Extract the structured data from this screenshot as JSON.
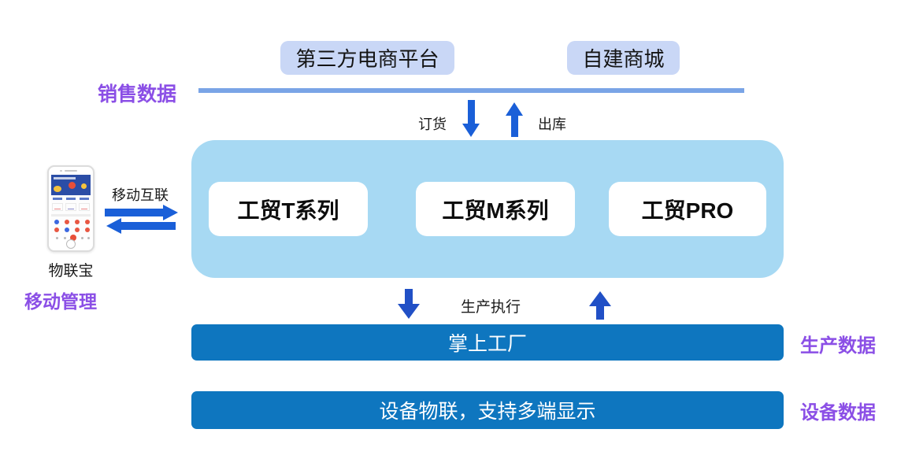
{
  "top": {
    "third_party": "第三方电商平台",
    "self_mall": "自建商城"
  },
  "side_labels": {
    "sales": "销售数据",
    "production": "生产数据",
    "device": "设备数据",
    "mobile_mgmt": "移动管理"
  },
  "flows": {
    "order": "订货",
    "outbound": "出库",
    "mobile_link": "移动互联",
    "production_exec": "生产执行"
  },
  "products": [
    "工贸T系列",
    "工贸M系列",
    "工贸PRO"
  ],
  "bars": {
    "factory": "掌上工厂",
    "device_iot": "设备物联，支持多端显示"
  },
  "phone": {
    "app_name": "物联宝"
  },
  "colors": {
    "accent_purple": "#8b4fe6",
    "arrow_blue_top": "#1a5fd8",
    "arrow_blue_bottom": "#2150c6",
    "bar_blue": "#0e76bf",
    "container_light_blue": "#a7d9f3",
    "pill_lavender": "#c9d7f6",
    "sales_line_blue": "#7aa4e6"
  }
}
